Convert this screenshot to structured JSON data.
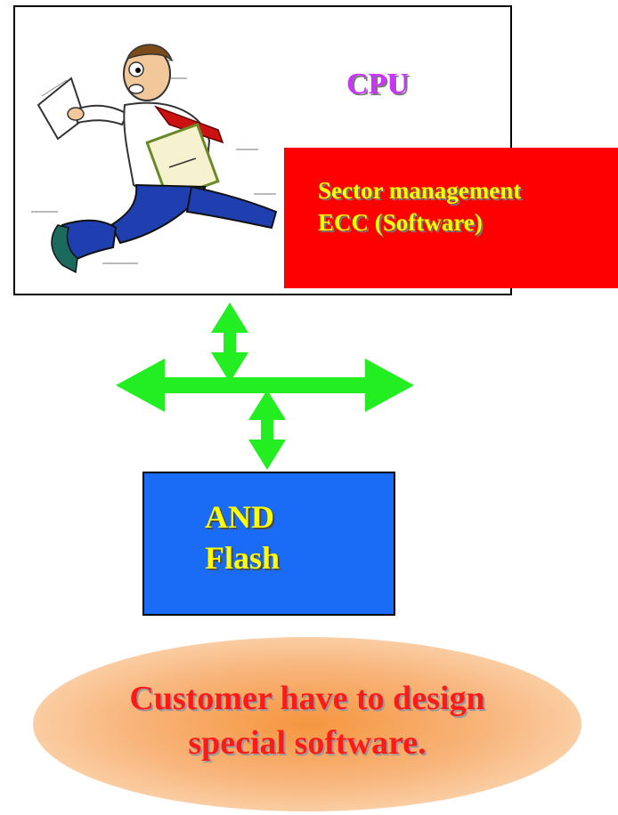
{
  "cpu": {
    "label": "CPU"
  },
  "software_box": {
    "line1": "Sector management",
    "line2": "ECC (Software)"
  },
  "flash": {
    "line1": "AND",
    "line2": "Flash"
  },
  "note": {
    "line1": "Customer have to design",
    "line2": "special software."
  },
  "colors": {
    "cpu_label": "#cc33ff",
    "software_box": "#ff0000",
    "box_text": "#ffff00",
    "flash_box": "#1a6cf7",
    "bus_arrows": "#22ee22",
    "note_text": "#ff1a1a",
    "note_oval": "#f5963f"
  },
  "icons": {
    "runner": "running-businessman-clipart",
    "bus": "double-headed-arrow-bus"
  }
}
